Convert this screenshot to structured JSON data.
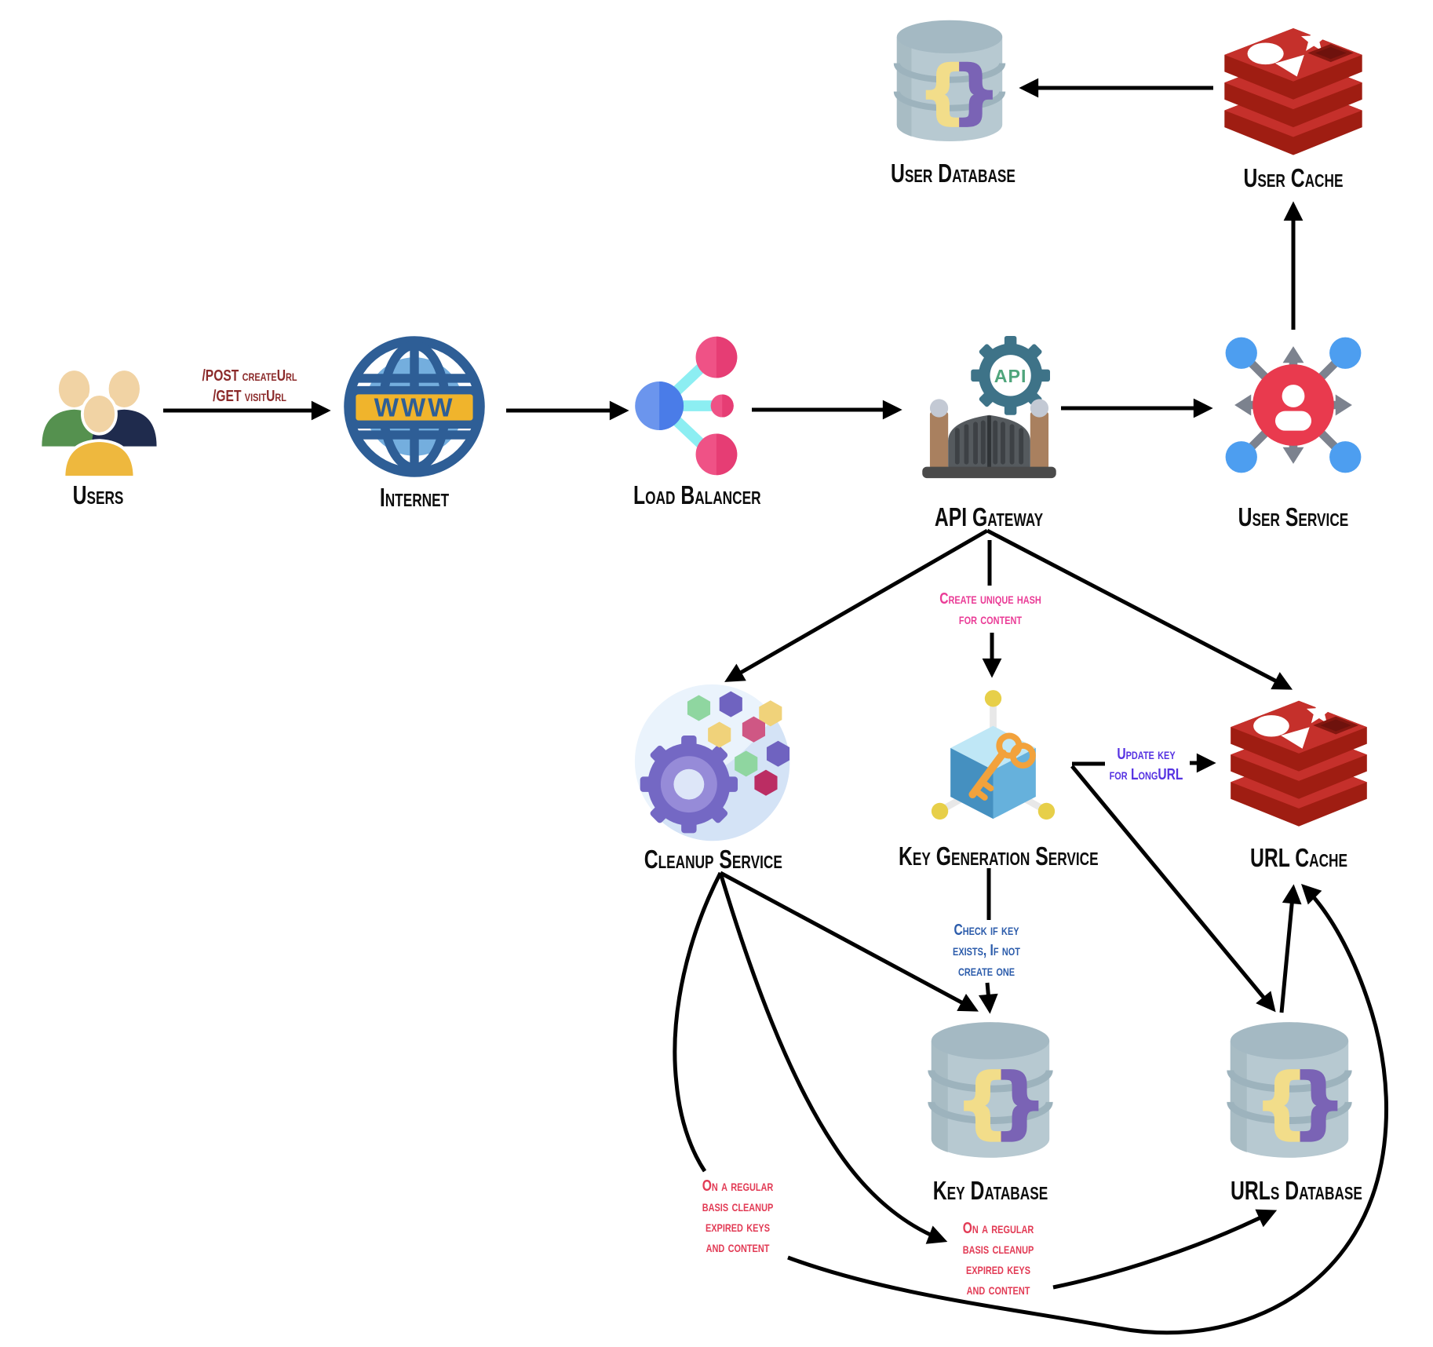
{
  "nodes": {
    "users": {
      "label": "Users"
    },
    "internet": {
      "label": "Internet",
      "badge": "WWW"
    },
    "load_balancer": {
      "label": "Load Balancer"
    },
    "api_gateway": {
      "label": "API Gateway",
      "badge": "API"
    },
    "user_service": {
      "label": "User Service"
    },
    "user_database": {
      "label": "User Database"
    },
    "user_cache": {
      "label": "User Cache"
    },
    "cleanup_service": {
      "label": "Cleanup Service"
    },
    "key_generation_service": {
      "label": "Key Generation Service"
    },
    "url_cache": {
      "label": "URL Cache"
    },
    "key_database": {
      "label": "Key Database"
    },
    "urls_database": {
      "label": "URLs Database"
    }
  },
  "annotations": {
    "route": {
      "text": "/POST createUrl\n/GET visitUrl",
      "color": "#8b2a2a"
    },
    "create_hash": {
      "text": "Create unique hash\nfor content",
      "color": "#ea3b96"
    },
    "update_key": {
      "text": "Update key\nfor LongURL",
      "color": "#5633e2"
    },
    "check_key": {
      "text": "Check if key\nexists, If not\ncreate one",
      "color": "#2c5cab"
    },
    "cleanup_left": {
      "text": "On a regular\nbasis cleanup\nexpired keys\nand content",
      "color": "#e23b55"
    },
    "cleanup_right": {
      "text": "On a regular\nbasis cleanup\nexpired keys\nand content",
      "color": "#e23b55"
    }
  },
  "palette": {
    "arrow": "#000000",
    "redis_red": "#c5302b",
    "db_cylinder": "#b7c9d1",
    "brace_yellow": "#f2dd8a",
    "brace_purple": "#7a63b5"
  }
}
